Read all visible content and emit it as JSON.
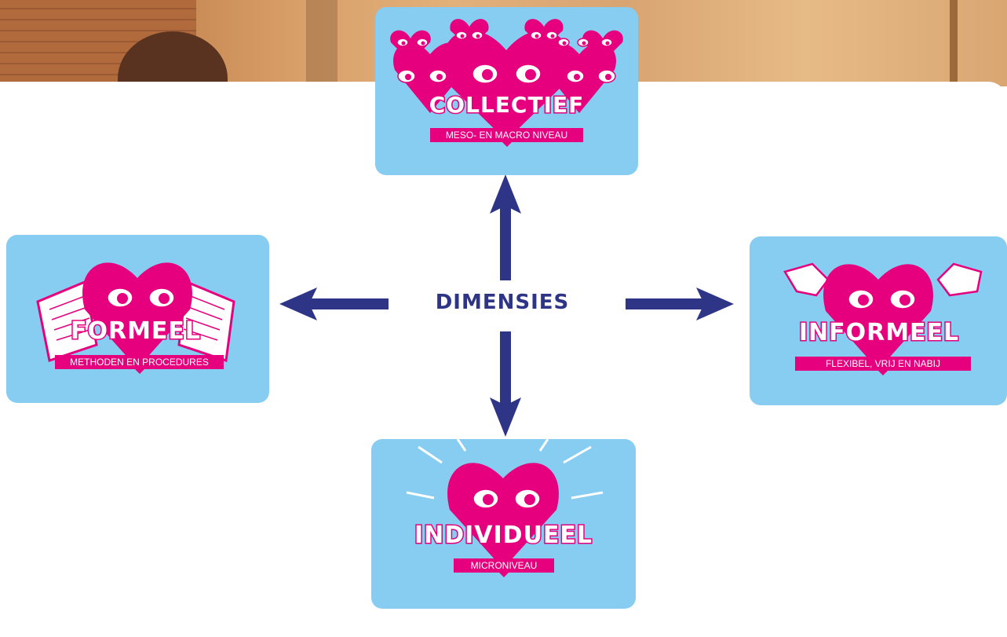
{
  "center": {
    "label": "DIMENSIES"
  },
  "cards": {
    "collectief": {
      "title": "COLLECTIEF",
      "subtitle": "MESO- EN MACRO NIVEAU"
    },
    "formeel": {
      "title": "FORMEEL",
      "subtitle": "METHODEN EN PROCEDURES"
    },
    "informeel": {
      "title": "INFORMEEL",
      "subtitle": "FLEXIBEL, VRIJ EN NABIJ"
    },
    "individueel": {
      "title": "INDIVIDUEEL",
      "subtitle": "MICRONIVEAU"
    }
  },
  "colors": {
    "card": "#86cdf1",
    "magenta": "#e6007e",
    "arrow": "#2e3586"
  },
  "icons": [
    "heart-eyes-icon",
    "book-icon",
    "handshake-icon",
    "rays-icon"
  ]
}
